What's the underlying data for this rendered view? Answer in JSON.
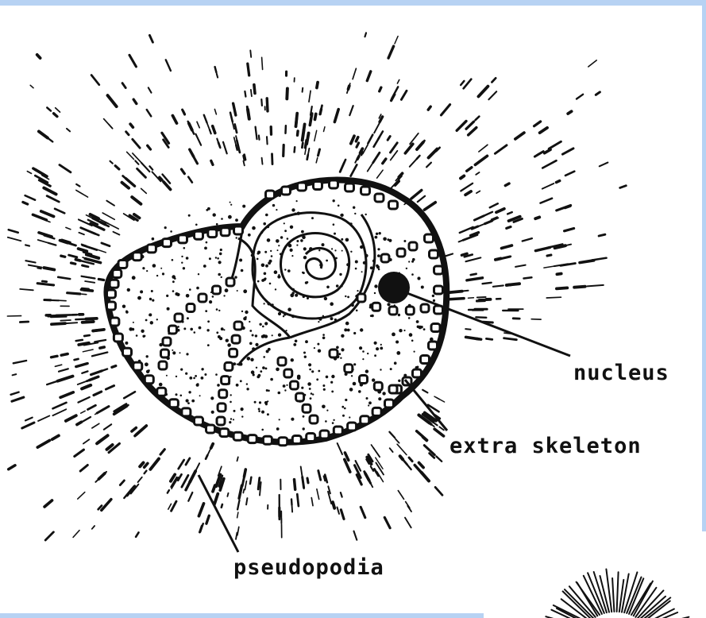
{
  "figure": {
    "subject": "foraminifera-like protozoan with radiating pseudopodia",
    "labels": {
      "nucleus": "nucleus",
      "extra_skeleton": "extra skeleton",
      "pseudopodia": "pseudopodia"
    }
  },
  "colors": {
    "frame": "#b7d2f3",
    "ink": "#111111",
    "background": "#ffffff"
  }
}
